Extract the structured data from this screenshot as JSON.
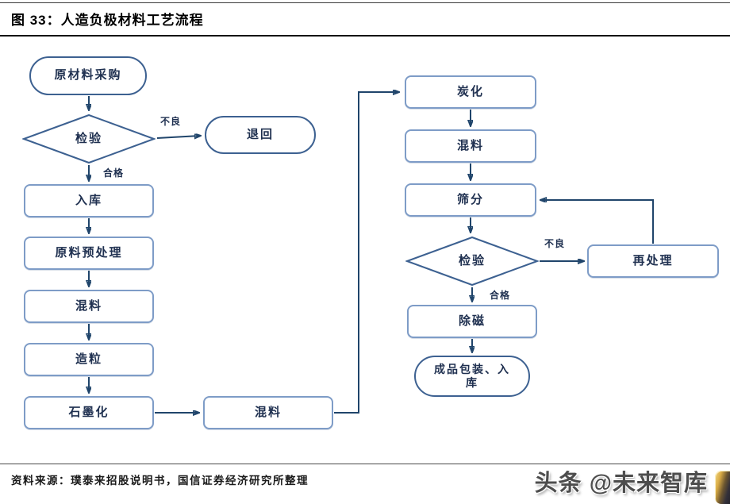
{
  "header": {
    "title": "图 33：人造负极材料工艺流程"
  },
  "flowchart": {
    "nodes": {
      "raw_procurement": {
        "label": "原材料采购"
      },
      "inspect1": {
        "label": "检验"
      },
      "return_back": {
        "label": "退回"
      },
      "warehouse_in": {
        "label": "入库"
      },
      "pretreatment": {
        "label": "原料预处理"
      },
      "mixing1": {
        "label": "混料"
      },
      "granulation": {
        "label": "造粒"
      },
      "graphitization": {
        "label": "石墨化"
      },
      "mixing2": {
        "label": "混料"
      },
      "carbonization": {
        "label": "炭化"
      },
      "mixing3": {
        "label": "混料"
      },
      "sieving": {
        "label": "筛分"
      },
      "inspect2": {
        "label": "检验"
      },
      "reprocessing": {
        "label": "再处理"
      },
      "demagnetization": {
        "label": "除磁"
      },
      "packaging": {
        "label": "成品包装、入库"
      }
    },
    "edge_labels": {
      "defective1": "不良",
      "qualified1": "合格",
      "defective2": "不良",
      "qualified2": "合格"
    },
    "colors": {
      "rect_border": "#7e9cc7",
      "stadium_border": "#3d6191",
      "diamond_border": "#3d6191",
      "arrow": "#20456b",
      "node_text": "#1f3050"
    }
  },
  "footer": {
    "source": "资料来源：璞泰来招股说明书，国信证券经济研究所整理",
    "watermark": "头条 @未来智库"
  }
}
